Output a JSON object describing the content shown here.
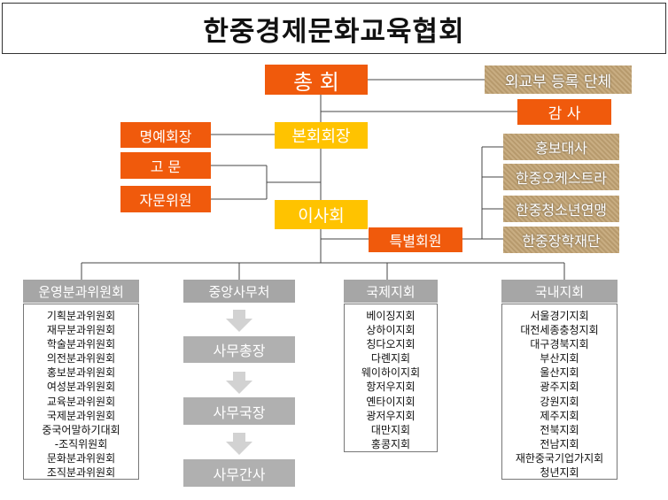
{
  "title": "한중경제문화교육협회",
  "nodes": {
    "general_assembly": "총 회",
    "mofa_registered": "외교부 등록 단체",
    "auditor": "감 사",
    "headquarters_chairman": "본회회장",
    "honorary_chairman": "명예회장",
    "advisor": "고 문",
    "advisory_committee": "자문위원",
    "board": "이사회",
    "special_members": "특별회원",
    "ambassador": "홍보대사",
    "orchestra": "한중오케스트라",
    "youth_league": "한중청소년연맹",
    "scholarship": "한중장학재단"
  },
  "columns": {
    "operations": {
      "header": "운영분과위원회",
      "items": [
        "기획분과위원회",
        "재무분과위원회",
        "학술분과위원회",
        "의전분과위원회",
        "홍보분과위원회",
        "여성분과위원회",
        "교육분과위원회",
        "국제분과위원회",
        "중국어말하기대회",
        "-조직위원회",
        "문화분과위원회",
        "조직분과위원회"
      ]
    },
    "central": {
      "header": "중앙사무처",
      "steps": [
        "사무총장",
        "사무국장",
        "사무간사"
      ]
    },
    "international": {
      "header": "국제지회",
      "items": [
        "베이징지회",
        "상하이지회",
        "칭다오지회",
        "다롄지회",
        "웨이하이지회",
        "항저우지회",
        "옌타이지회",
        "광저우지회",
        "대만지회",
        "홍콩지회"
      ]
    },
    "domestic": {
      "header": "국내지회",
      "items": [
        "서울경기지회",
        "대전세종충청지회",
        "대구경북지회",
        "부산지회",
        "울산지회",
        "광주지회",
        "강원지회",
        "제주지회",
        "전북지회",
        "전남지회",
        "재한중국기업가지회",
        "청년지회"
      ]
    }
  },
  "colors": {
    "orange": "#f05a0c",
    "yellow": "#ffc300",
    "tan": "#c2a474",
    "gray": "#a6a6a6"
  }
}
